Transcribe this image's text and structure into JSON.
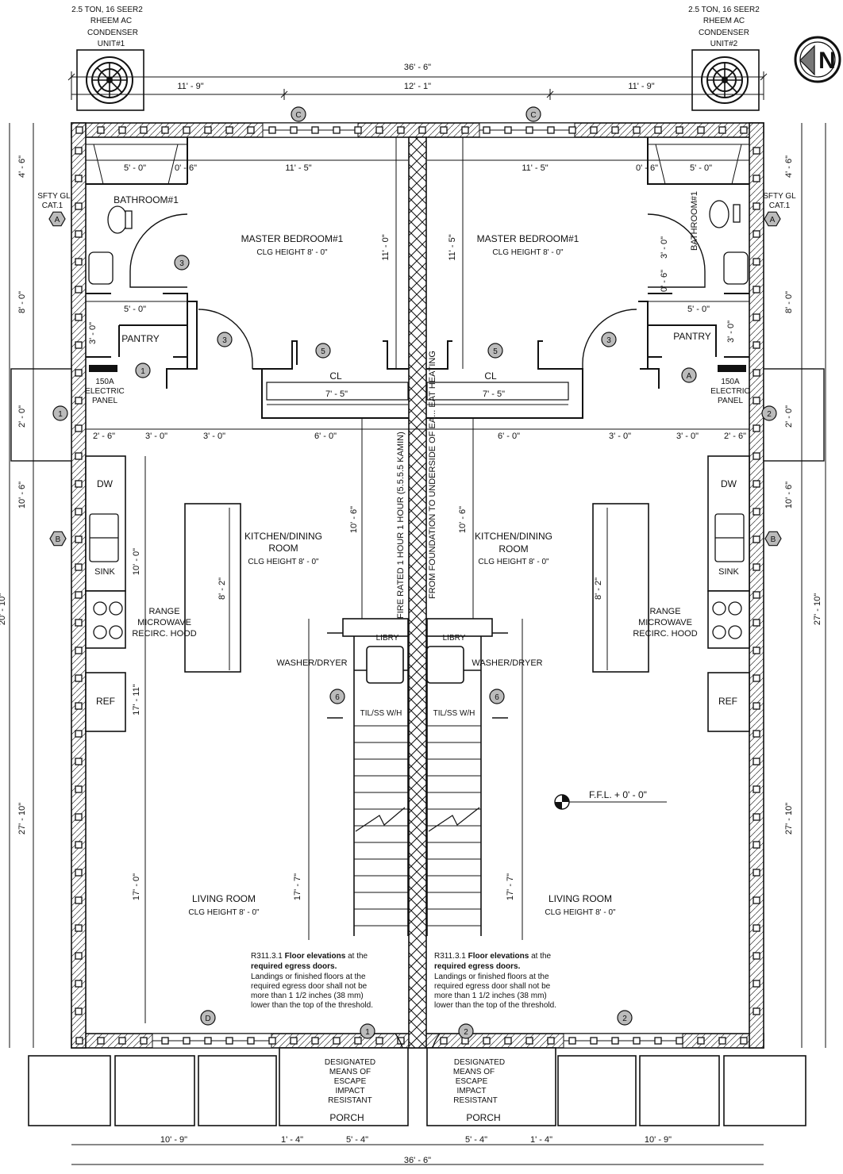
{
  "condensers": [
    {
      "line1": "2.5 TON, 16 SEER2",
      "line2": "RHEEM AC",
      "line3": "CONDENSER",
      "line4": "UNIT#1"
    },
    {
      "line1": "2.5 TON, 16 SEER2",
      "line2": "RHEEM AC",
      "line3": "CONDENSER",
      "line4": "UNIT#2"
    }
  ],
  "north_arrow": "N",
  "dims_top": {
    "overall": "36' - 6\"",
    "left": "11' - 9\"",
    "mid": "12' - 1\"",
    "right": "11' - 9\""
  },
  "dims_bottom": {
    "overall": "36' - 6\"",
    "a": "10' - 9\"",
    "b": "1' - 4\"",
    "c": "5' - 4\"",
    "d": "5' - 4\"",
    "e": "1' - 4\"",
    "f": "10' - 9\""
  },
  "dims_left": {
    "a": "4' - 6\"",
    "b": "8' - 0\"",
    "c": "2' - 0\"",
    "d": "10' - 6\"",
    "e": "27' - 10\"",
    "overall": "20' - 10\""
  },
  "dims_right": {
    "a": "4' - 6\"",
    "b": "8' - 0\"",
    "c": "2' - 0\"",
    "d": "10' - 6\"",
    "e": "27' - 10\"",
    "overall": "27' - 10\""
  },
  "dims_bed": {
    "a": "5' - 0\"",
    "b": "0' - 6\"",
    "c": "11' - 5\"",
    "d": "11' - 5\"",
    "e": "0' - 6\"",
    "f": "5' - 0\""
  },
  "dims_row": {
    "a": "2' - 6\"",
    "b": "3' - 0\"",
    "c": "3' - 0\"",
    "d": "6' - 0\"",
    "e": "6' - 0\"",
    "f": "3' - 0\"",
    "g": "3' - 0\"",
    "h": "2' - 6\""
  },
  "dims_inner": {
    "pantry_w": "5' - 0\"",
    "pantry_h": "3' - 0\"",
    "cl_w": "7' - 5\"",
    "bed_h": "11' - 0\"",
    "bed_h2": "11' - 5\"",
    "kit_h": "10' - 6\"",
    "kit_h2": "10' - 0\"",
    "island": "8' - 2\"",
    "kit_total": "17' - 11\"",
    "live_h": "17' - 0\"",
    "live_h2": "17' - 7\"",
    "bath_small": "3' - 0\"",
    "bath_tiny": "0' - 6\""
  },
  "rooms": {
    "bathroom": "BATHROOM#1",
    "bathroom_mirror": "BATHROOM#1",
    "master": "MASTER BEDROOM#1",
    "clg": "CLG HEIGHT 8' - 0\"",
    "pantry": "PANTRY",
    "cl": "CL",
    "panel_1": "150A",
    "panel_2": "ELECTRIC",
    "panel_3": "PANEL",
    "kitchen_1": "KITCHEN/DINING",
    "kitchen_2": "ROOM",
    "living": "LIVING ROOM",
    "porch": "PORCH",
    "washer": "WASHER/DRYER",
    "libry": "LIBRY",
    "tilss": "TIL/SS W/H",
    "sfty_1": "SFTY GL",
    "sfty_2": "CAT.1"
  },
  "appliances": {
    "dw": "DW",
    "sink": "SINK",
    "range_1": "RANGE",
    "range_2": "MICROWAVE",
    "range_3": "RECIRC. HOOD",
    "ref": "REF"
  },
  "wall_labels": {
    "left": "FIRE RATED 1 HOUR 1 HOUR (5.5.5.5 KAMIN)",
    "right": "FROM FOUNDATION TO UNDERSIDE OF EA... EAT HEATING"
  },
  "ffl": "F.F.L. + 0' - 0\"",
  "egress_note": {
    "l1a": "R311.3.1 ",
    "l1b": "Floor elevations",
    "l1c": " at the",
    "l2": "required egress doors.",
    "l3": "Landings or finished floors at the",
    "l4": "required egress door shall not be",
    "l5": "more than 1 1/2 inches (38 mm)",
    "l6": "lower than the top of the threshold."
  },
  "egress_label": {
    "l1": "DESIGNATED",
    "l2": "MEANS OF",
    "l3": "ESCAPE",
    "l4": "IMPACT",
    "l5": "RESISTANT"
  },
  "tags": {
    "c": "C",
    "a": "A",
    "b": "B",
    "d": "D",
    "n1": "1",
    "n2": "2",
    "n3": "3",
    "n5": "5",
    "n6": "6"
  }
}
